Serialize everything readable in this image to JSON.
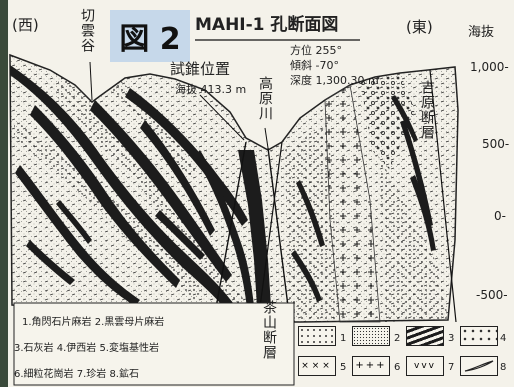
{
  "labels": {
    "west": "(西)",
    "east": "(東)",
    "figure_number": "図 2",
    "title": "MAHI-1 孔断面図",
    "params": [
      "方位 255°",
      "傾斜 -70°",
      "深度 1,300.30 m"
    ],
    "valley": "切雲谷",
    "drill_site": "試錐位置",
    "drill_elevation": "海抜 413.3 m",
    "river": "高原川",
    "fault_east": "吉原断層",
    "fault_center": "茶山断層",
    "axis_title": "海抜"
  },
  "elevation_axis": {
    "ticks": [
      "1,000-",
      "500-",
      "0-",
      "-500-"
    ]
  },
  "legend": {
    "text_lines": [
      "1.角閃石片麻岩 2.黒雲母片麻岩",
      "3.石灰岩 4.伊西岩 5.変塩基性岩",
      "6.細粒花崗岩 7.珍岩 8.鉱石"
    ],
    "numbers": [
      "1",
      "2",
      "3",
      "4",
      "5",
      "6",
      "7",
      "8"
    ]
  },
  "colors": {
    "ink": "#222222",
    "paper": "#f4f2ea",
    "badge": "#c6d8ea"
  }
}
